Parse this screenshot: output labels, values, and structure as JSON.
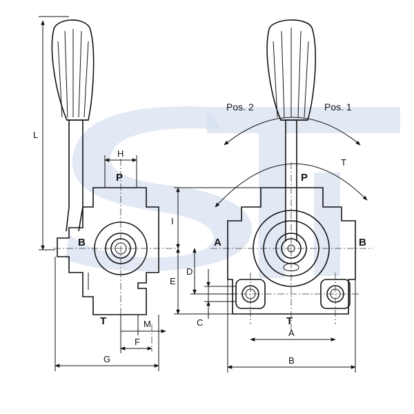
{
  "side_view": {
    "ports": {
      "p": "P",
      "b": "B",
      "t": "T"
    },
    "dims": {
      "l": "L",
      "h": "H",
      "m": "M",
      "f": "F",
      "g": "G"
    }
  },
  "front_view": {
    "positions": {
      "pos2": "Pos. 2",
      "pos1": "Pos. 1",
      "t_angle": "T"
    },
    "ports": {
      "p": "P",
      "a": "A",
      "b": "B",
      "t": "T"
    },
    "dims": {
      "i": "I",
      "d": "D",
      "e": "E",
      "c": "C",
      "a": "A",
      "b": "B"
    }
  }
}
